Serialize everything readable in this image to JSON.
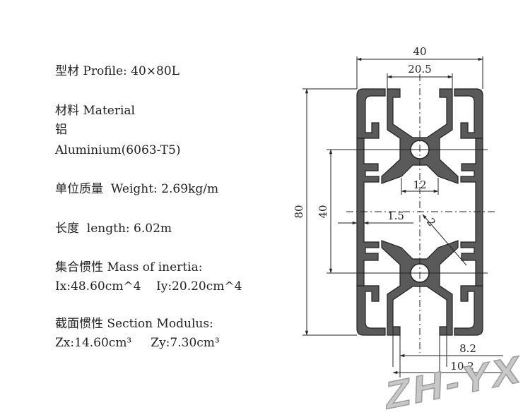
{
  "specs": {
    "profile": "型材 Profile: 40×80L",
    "material_label": "材料 Material",
    "material_cn": "铝",
    "material_value": "Aluminium(6063-T5)",
    "weight": "单位质量  Weight: 2.69kg/m",
    "length": "长度  length: 6.02m",
    "inertia_label": "集合惯性 Mass of inertia:",
    "inertia_values": "Ix:48.60cm^4    Iy:20.20cm^4",
    "modulus_label": "截面惯性 Section Modulus:",
    "modulus_values": "Zx:14.60cm³     Zy:7.30cm³"
  },
  "dimensions": {
    "width_total": "40",
    "slot_spacing": "20.5",
    "height_total": "80",
    "height_half": "40",
    "center_bore": "12",
    "wall": "1.5",
    "radius": "2",
    "slot_opening": "8.2",
    "slot_depth": "10.2"
  },
  "watermark": "ZH-YX",
  "colors": {
    "profile_fill": "#5a5a5a",
    "line": "#222222",
    "watermark": "#b5b5b5"
  }
}
